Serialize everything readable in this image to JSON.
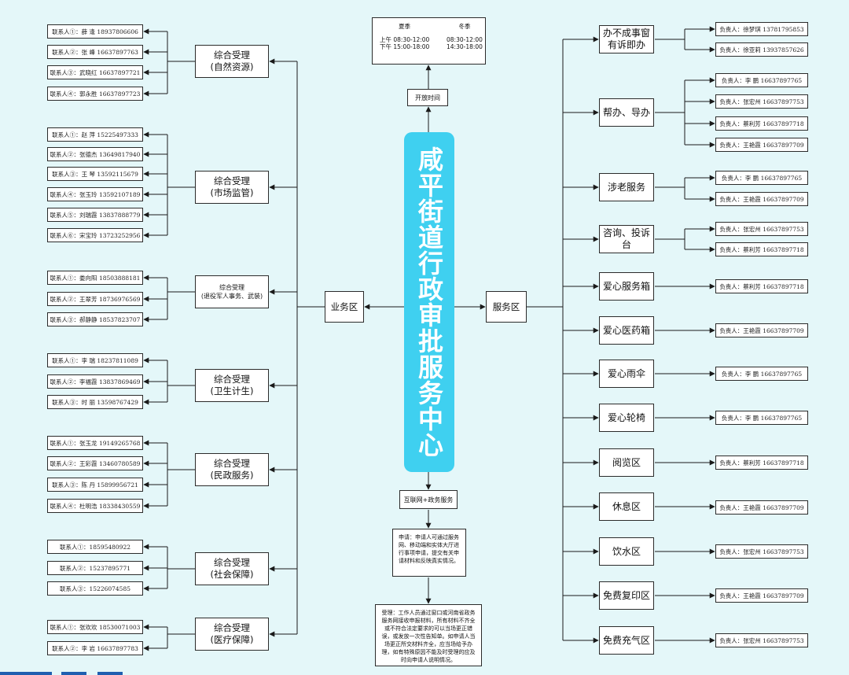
{
  "title": "咸平街道行政审批服务中心",
  "open_hours": {
    "label": "开放时间",
    "summer": {
      "season": "夏季",
      "am": "上午  08:30-12:00",
      "pm": "下午  15:00-18:00"
    },
    "winter": {
      "season": "冬季",
      "am": "08:30-12:00",
      "pm": "14:30-18:00"
    }
  },
  "left_zone": "业务区",
  "right_zone": "服务区",
  "business_groups": [
    {
      "label": "综合受理\n(自然资源)",
      "contacts": [
        "联系人①：薛 逢  18937806606",
        "联系人②：张 峰  16637897763",
        "联系人③：武晓红  16637897721",
        "联系人④：郭永胜  16637897723"
      ]
    },
    {
      "label": "综合受理\n(市场监管)",
      "contacts": [
        "联系人①：赵 萍  15225497333",
        "联系人②：张德杰  13649817940",
        "联系人③：王 琴  13592115679",
        "联系人④：张玉玲  13592107189",
        "联系人⑤：刘瑞霞  13837888779",
        "联系人⑥：宋宝玲  13723252956"
      ]
    },
    {
      "label": "综合受理\n(退役军人事务、武装)",
      "contacts": [
        "联系人①：娄向阳  18503888181",
        "联系人②：王翠芳  18736976569",
        "联系人③：郝静静  18537823707"
      ]
    },
    {
      "label": "综合受理\n(卫生计生)",
      "contacts": [
        "联系人①：李 瑞  18237811089",
        "联系人②：李福霞  13837869469",
        "联系人③：时 丽  13598767429"
      ]
    },
    {
      "label": "综合受理\n(民政服务)",
      "contacts": [
        "联系人①：张玉龙  19149265768",
        "联系人②：王彩霞  13460780589",
        "联系人③：陈 丹  15899956721",
        "联系人④：杜明浩  18338430559"
      ]
    },
    {
      "label": "综合受理\n(社会保障)",
      "contacts": [
        "联系人①：18595480922",
        "联系人②：15237895771",
        "联系人③：15226074585"
      ]
    },
    {
      "label": "综合受理\n(医疗保障)",
      "contacts": [
        "联系人①：张欢欢  18530071003",
        "联系人②：李 岩  16637897783"
      ]
    }
  ],
  "services": [
    {
      "label": "办不成事窗\n有诉即办",
      "contacts": [
        "负责人：徐梦琪  13781795853",
        "负责人：徐亚莉  13937857626"
      ]
    },
    {
      "label": "帮办、导办",
      "contacts": [
        "负责人：李 鹏  16637897765",
        "负责人：张宏州  16637897753",
        "负责人：蔡利芳  16637897718",
        "负责人：王艳霞  16637897709"
      ]
    },
    {
      "label": "涉老服务",
      "contacts": [
        "负责人：李 鹏  16637897765",
        "负责人：王艳霞  16637897709"
      ]
    },
    {
      "label": "咨询、投诉\n台",
      "contacts": [
        "负责人：张宏州  16637897753",
        "负责人：蔡利芳  16637897718"
      ]
    },
    {
      "label": "爱心服务箱",
      "contacts": [
        "负责人：蔡利芳  16637897718"
      ]
    },
    {
      "label": "爱心医药箱",
      "contacts": [
        "负责人：王艳霞  16637897709"
      ]
    },
    {
      "label": "爱心雨伞",
      "contacts": [
        "负责人：李 鹏  16637897765"
      ]
    },
    {
      "label": "爱心轮椅",
      "contacts": [
        "负责人：李 鹏  16637897765"
      ]
    },
    {
      "label": "阅览区",
      "contacts": [
        "负责人：蔡利芳  16637897718"
      ]
    },
    {
      "label": "休息区",
      "contacts": [
        "负责人：王艳霞  16637897709"
      ]
    },
    {
      "label": "饮水区",
      "contacts": [
        "负责人：张宏州  16637897753"
      ]
    },
    {
      "label": "免费复印区",
      "contacts": [
        "负责人：王艳霞  16637897709"
      ]
    },
    {
      "label": "免费充气区",
      "contacts": [
        "负责人：张宏州  16637897753"
      ]
    }
  ],
  "online": {
    "label": "互联网+政务服务",
    "apply": "申请：申请人可通过服务网、移动端和实体大厅进行事项申请，提交有关申请材料和反映真实情况。",
    "accept": "受理：工作人员通过窗口或河南省政务服务网接收申报材料，所有材料不齐全或不符合法定要求的可以当场更正错误，或发放一次性告知单。如申请人当场更正所交材料齐全，应当场给予办理，如有特殊原因不能及时受理的应及时向申请人说明情况。"
  },
  "colors": {
    "background": "#e4f7f9",
    "title_fill": "#3fd0f0",
    "line": "#1a1a1a",
    "box_border": "#2b2b2b"
  }
}
